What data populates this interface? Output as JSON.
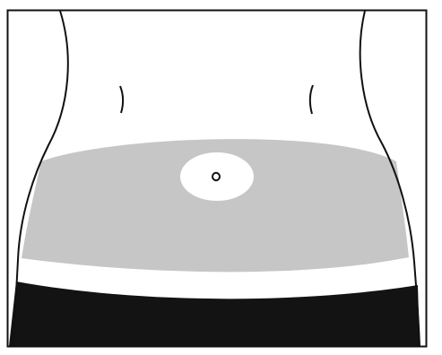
{
  "figure": {
    "type": "anatomical illustration",
    "subject": "lower abdomen",
    "colors": {
      "background": "#ffffff",
      "outline": "#111111",
      "shaded_region": "#c6c6c6",
      "excluded_navel_zone": "#ffffff",
      "garment": "#131313"
    },
    "elements": [
      "torso-outline",
      "hip-crease-marks",
      "navel",
      "shaded-abdomen-region",
      "navel-exclusion-zone",
      "waistband-gap",
      "underwear-garment"
    ]
  }
}
